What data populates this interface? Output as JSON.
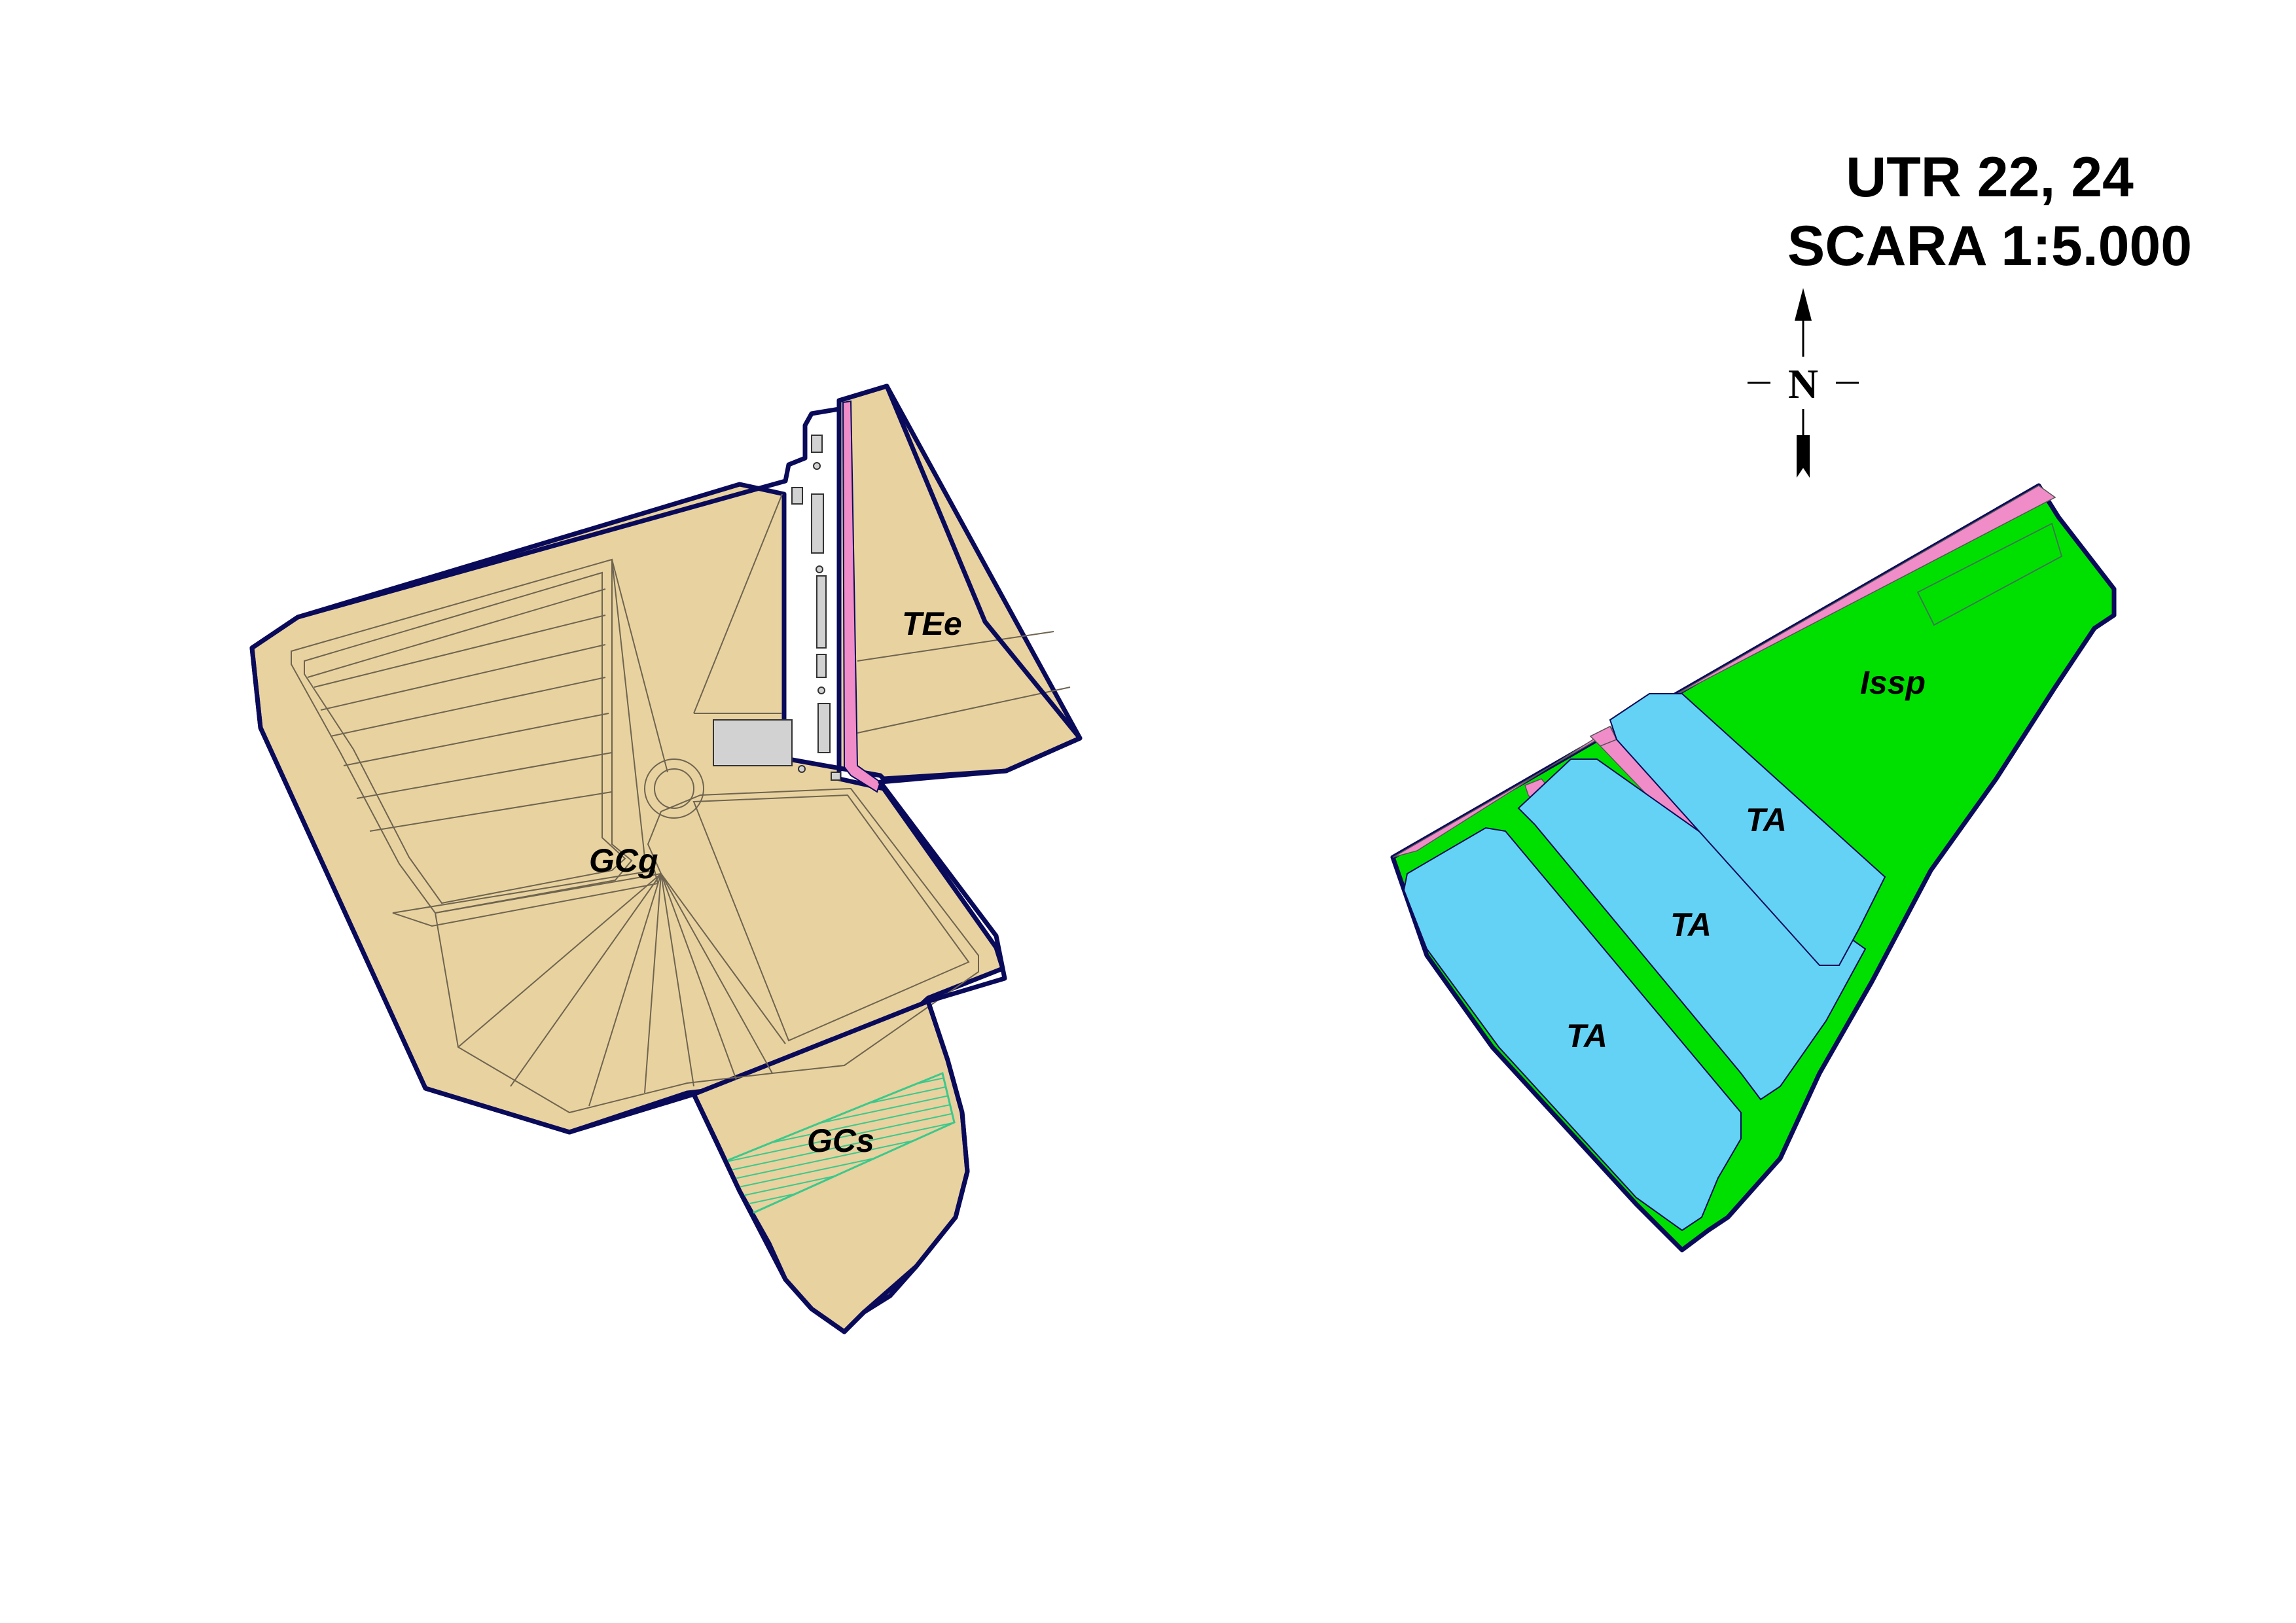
{
  "title": {
    "line1": "UTR 22, 24",
    "line2": "SCARA 1:5.000"
  },
  "north_arrow": {
    "letter": "N",
    "icon": "north-arrow-icon"
  },
  "zones": {
    "gcg": "GCg",
    "tee": "TEe",
    "gcs": "GCs",
    "issp": "Issp",
    "ta_top": "TA",
    "ta_middle": "TA",
    "ta_bottom": "TA"
  },
  "colors": {
    "cemetery_fill": "#E8D29F",
    "outline": "#0A0A5A",
    "road": "#F08CC8",
    "green_space": "#00E000",
    "arable": "#64D2F5",
    "building": "#D2D2D2",
    "hatch": "#3CC88C"
  }
}
